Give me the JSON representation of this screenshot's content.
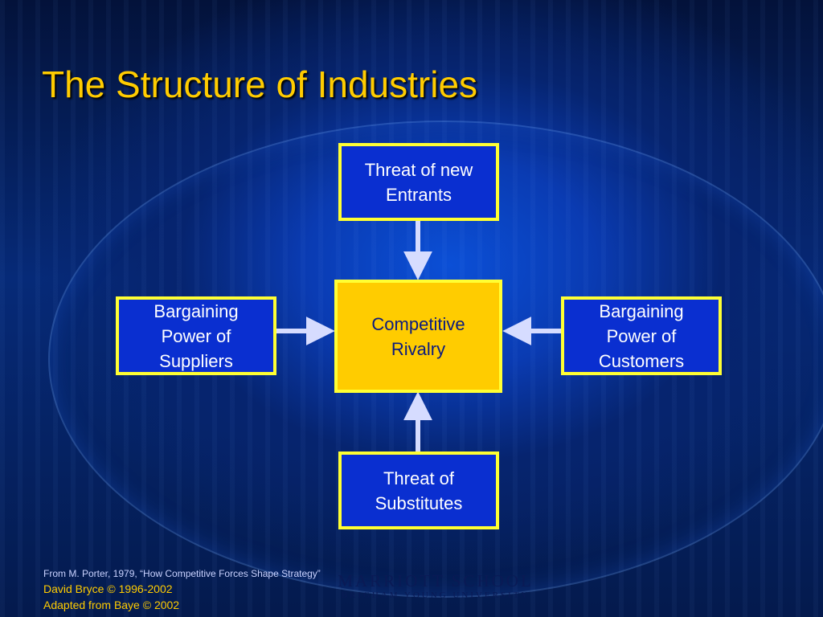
{
  "slide": {
    "title": "The Structure of Industries"
  },
  "diagram": {
    "top": "Threat of new\nEntrants",
    "left": "Bargaining\nPower of \nSuppliers",
    "center": "Competitive\nRivalry",
    "right": "Bargaining\nPower of\nCustomers",
    "bottom": "Threat of\nSubstitutes"
  },
  "footer": {
    "citation": "From M. Porter, 1979, “How Competitive Forces Shape Strategy”",
    "credit1": "David Bryce © 1996-2002",
    "credit2": "Adapted from Baye © 2002"
  },
  "logo": {
    "line1": "MARRIOTT SCHOOL",
    "line2": "BRIGHAM YOUNG UNIVERSITY"
  },
  "colors": {
    "title": "#ffcc00",
    "box_fill": "#0a2fd0",
    "box_border": "#ffff33",
    "center_fill": "#ffcc00",
    "arrow": "#d6dcff"
  }
}
